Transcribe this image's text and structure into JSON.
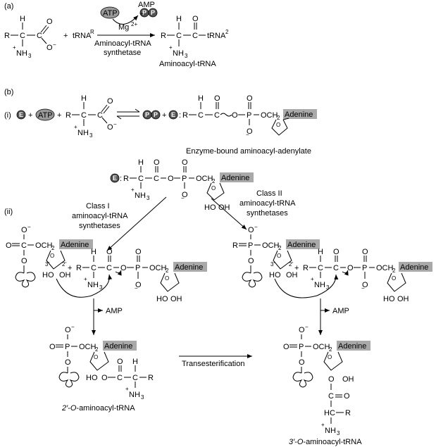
{
  "panels": {
    "a_label": "(a)",
    "b_label": "(b)",
    "i_label": "(i)",
    "ii_label": "(ii)"
  },
  "reaction_a": {
    "R": "R",
    "C": "C",
    "H": "H",
    "O": "O",
    "O_minus": "O",
    "NH3": "NH",
    "NH3_sub": "3",
    "plus": "+",
    "trna": "tRNA",
    "trna_sup": "R",
    "atp": "ATP",
    "amp": "AMP",
    "p": "P",
    "mg": "Mg",
    "mg_sup": "2+",
    "enzyme_line1": "Aminoacyl-tRNA",
    "enzyme_line2": "synthetase",
    "product_trna": "tRNA",
    "product_sup": "2",
    "product_name": "Aminoacyl-tRNA"
  },
  "reaction_i": {
    "E": "E",
    "ATP": "ATP",
    "plus": "+",
    "adenine": "Adenine",
    "och2": "OCH",
    "och2_sub": "2",
    "P": "P",
    "intermediate_name": "Enzyme-bound aminoacyl-adenylate"
  },
  "reaction_ii": {
    "class1_line1": "Class I",
    "class1_line2": "aminoacyl-tRNA",
    "class1_line3": "synthetases",
    "class2_line1": "Class II",
    "class2_line2": "aminoacyl-tRNA",
    "class2_line3": "synthetases",
    "amp": "AMP",
    "transesterification": "Transesterification",
    "product_left_prime": "2′-",
    "product_left_O": "O",
    "product_left_rest": "-aminoacyl-tRNA",
    "product_right_prime": "3′-",
    "product_right_O": "O",
    "product_right_rest": "-aminoacyl-tRNA",
    "ho": "HO",
    "oh": "OH",
    "prime3": "3′",
    "prime2": "2′",
    "hc": "HC",
    "c_eq_o": "C",
    "o": "O",
    "r": "R"
  },
  "colors": {
    "label_box": "#a9a9a9",
    "oval": "#9a9a9a",
    "phosphate_circle": "#555555"
  }
}
